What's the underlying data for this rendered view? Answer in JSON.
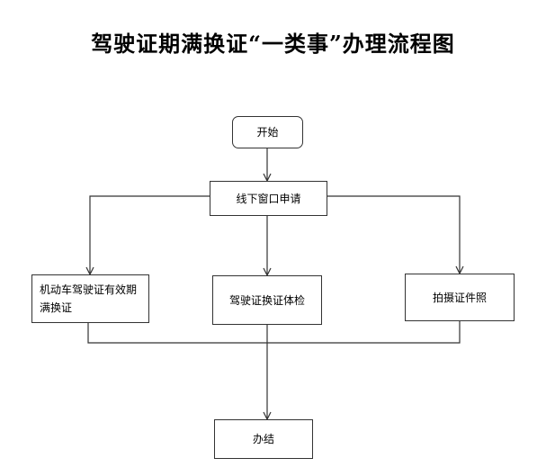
{
  "title": "驾驶证期满换证“一类事”办理流程图",
  "nodes": {
    "start": "开始",
    "apply": "线下窗口申请",
    "expiry": "机动车驾驶证有效期满换证",
    "medical": "驾驶证换证体检",
    "photo": "拍摄证件照",
    "finish": "办结"
  }
}
